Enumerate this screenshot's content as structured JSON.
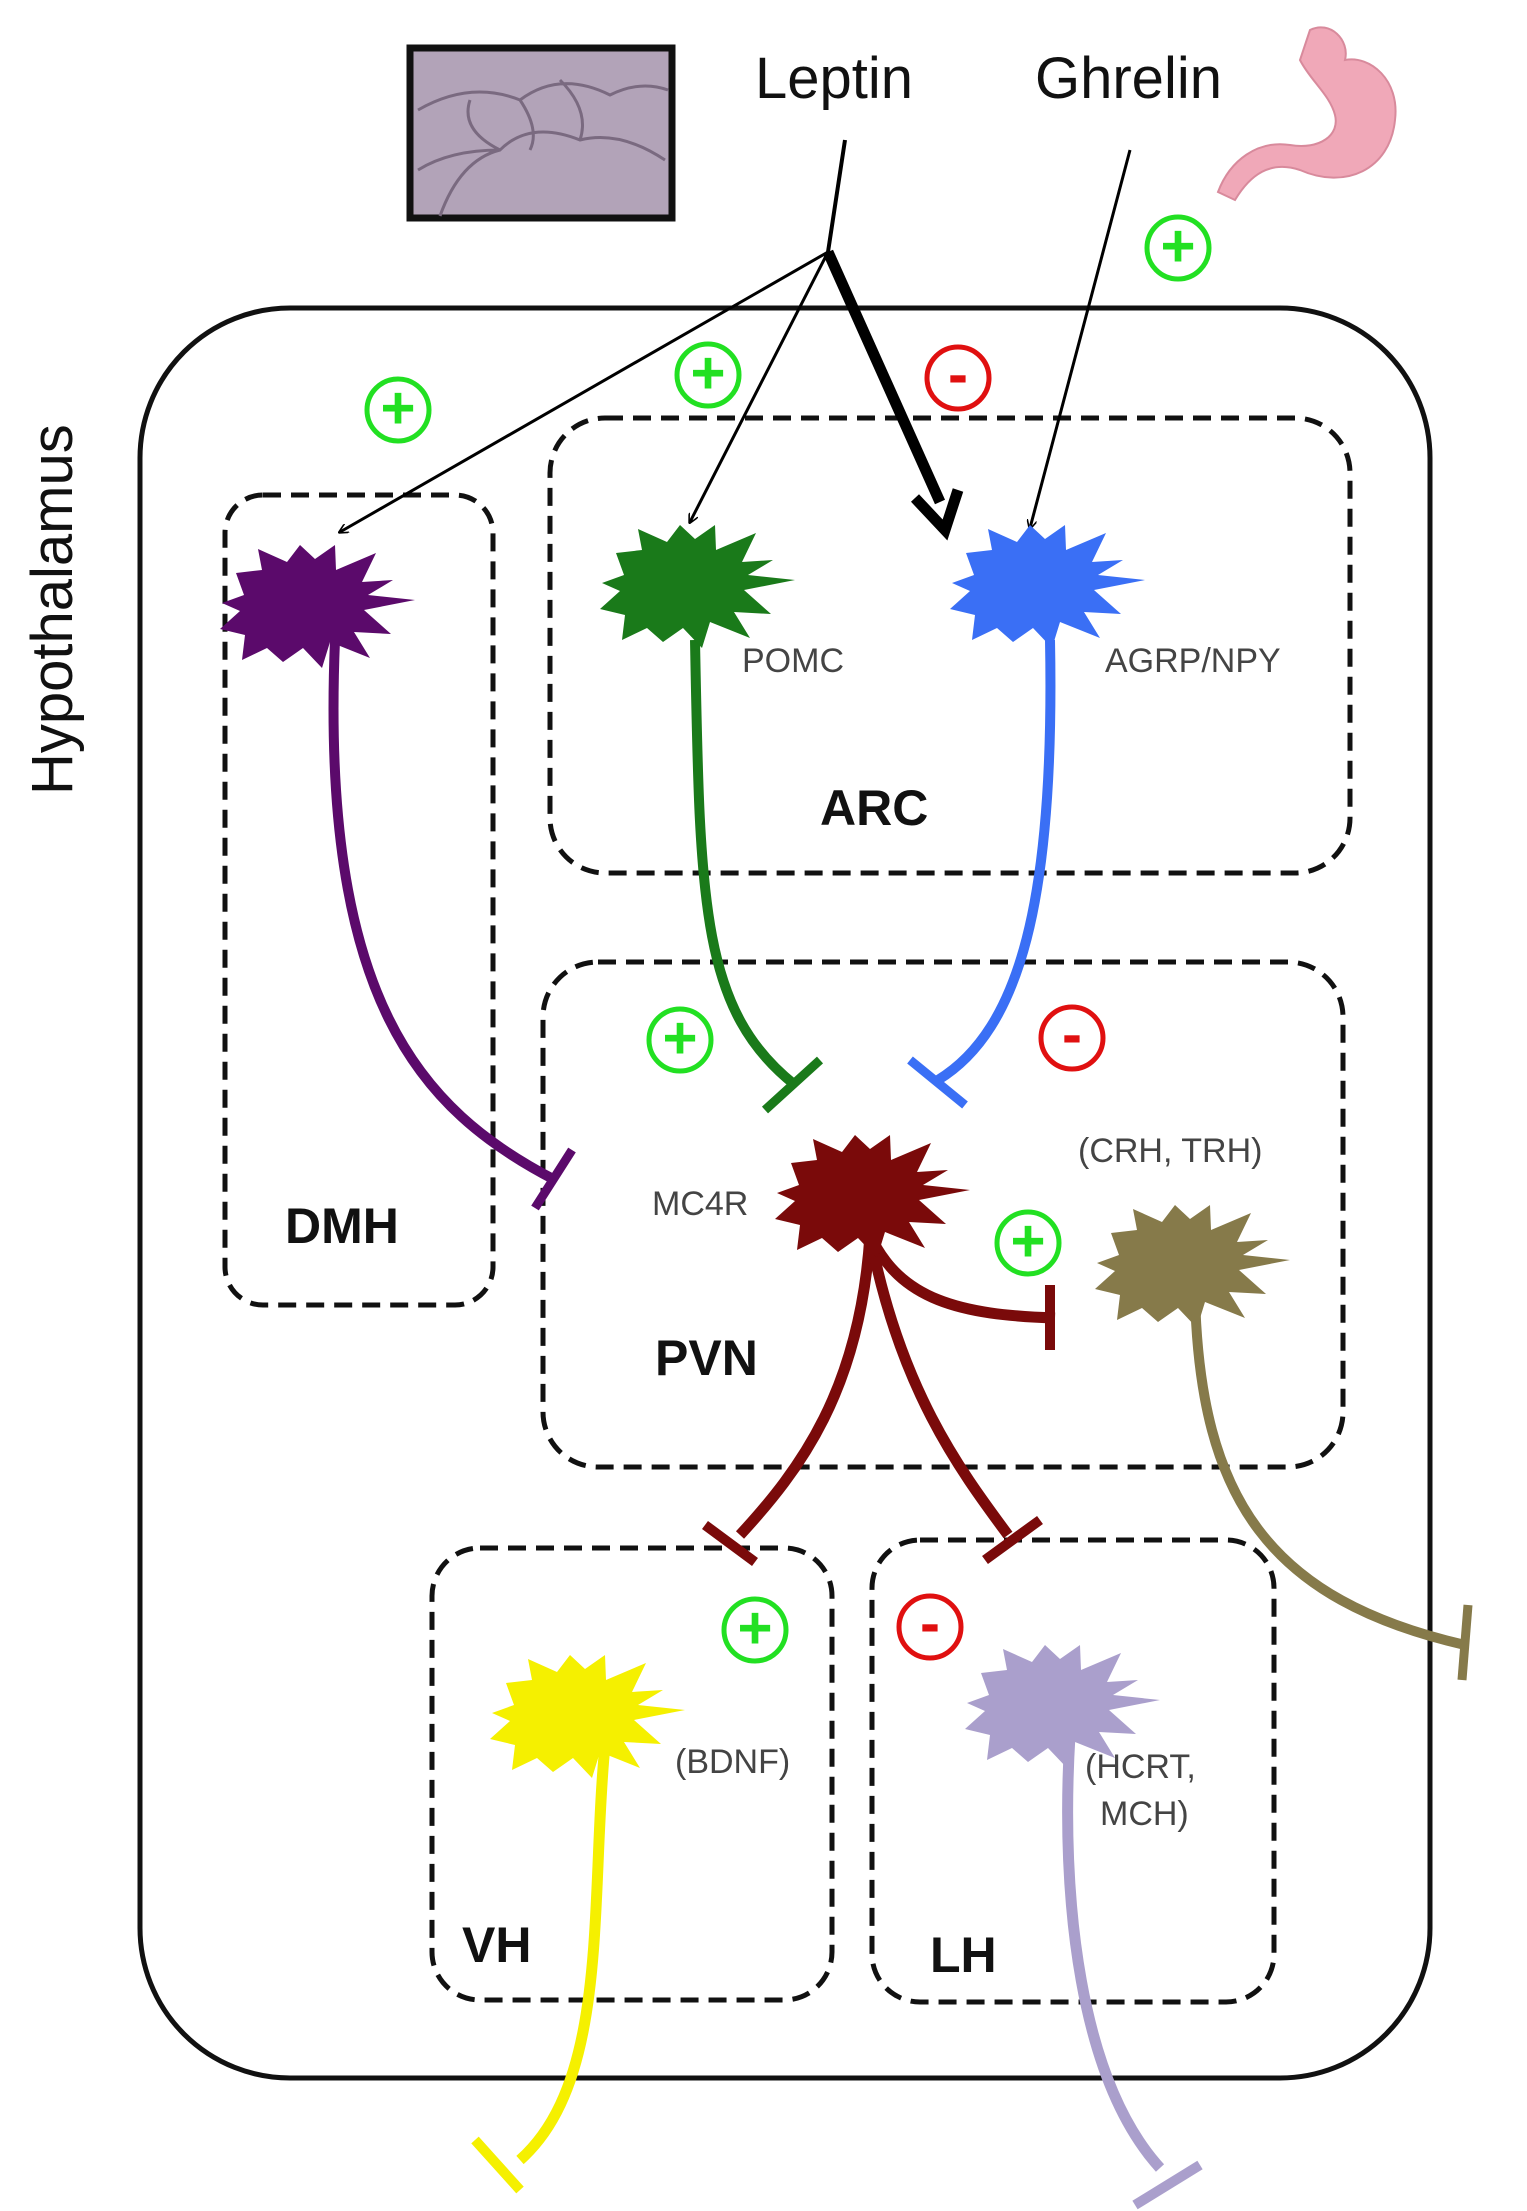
{
  "hormones": {
    "leptin": "Leptin",
    "ghrelin": "Ghrelin"
  },
  "side_label": "Hypothalamus",
  "regions": {
    "dmh": "DMH",
    "arc": "ARC",
    "pvn": "PVN",
    "vh": "VH",
    "lh": "LH"
  },
  "neuron_labels": {
    "pomc": "POMC",
    "agrp": "AGRP/NPY",
    "mc4r": "MC4R",
    "crh": "(CRH, TRH)",
    "bdnf": "(BDNF)",
    "hcrt_line1": "(HCRT,",
    "hcrt_line2": "MCH)"
  },
  "signs": {
    "plus": "+",
    "minus": "-"
  },
  "colors": {
    "plus": "#22e022",
    "minus": "#e01010",
    "dmh_neuron": "#5b0a6b",
    "pomc_neuron": "#1a7a1a",
    "agrp_neuron": "#3a6ff5",
    "mc4r_neuron": "#7a0a0a",
    "crh_neuron": "#867a4a",
    "bdnf_neuron": "#f5f000",
    "hcrt_neuron": "#aa9fcc"
  },
  "icons": [
    "adipose-tissue-icon",
    "stomach-icon"
  ]
}
